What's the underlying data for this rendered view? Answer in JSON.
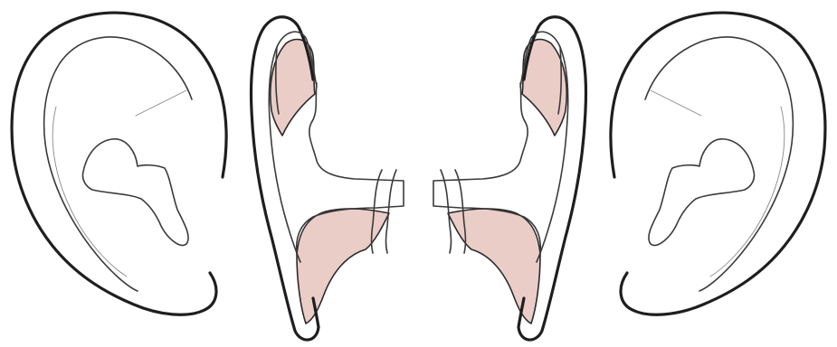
{
  "figure": {
    "panels": [
      {
        "name": "left-ear",
        "view": "external",
        "side": "left"
      },
      {
        "name": "left-ear-cartilage-graft",
        "view": "cartilage-framework",
        "side": "left"
      },
      {
        "name": "right-ear-cartilage-graft",
        "view": "cartilage-framework",
        "side": "right"
      },
      {
        "name": "right-ear",
        "view": "external",
        "side": "right"
      }
    ],
    "colors": {
      "background": "#ffffff",
      "outline": "#1e1e1e",
      "shaded_region": "#ebcdc8"
    }
  }
}
